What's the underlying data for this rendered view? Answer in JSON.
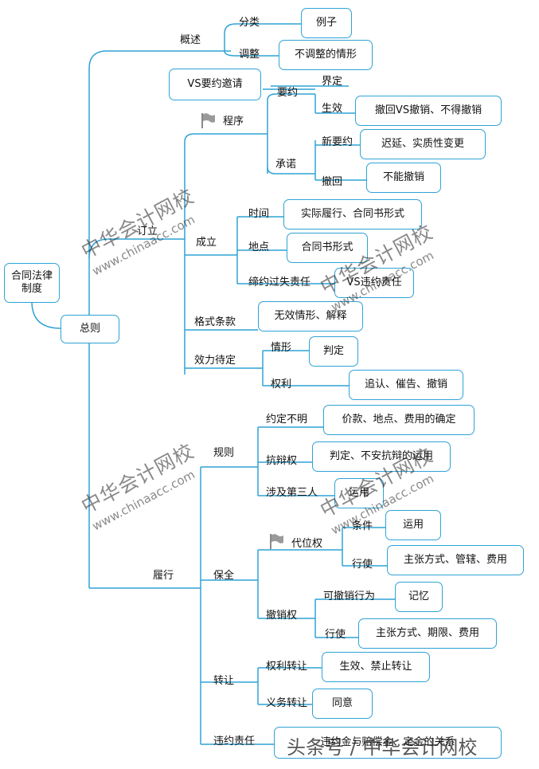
{
  "nodes": {
    "root": "合同法律\n制度",
    "general": "总则",
    "overview": "概述",
    "classification": "分类",
    "example": "例子",
    "adjustment": "调整",
    "not_adjusted": "不调整的情形",
    "vs_offer_invite": "VS要约邀请",
    "define": "界定",
    "offer": "要约",
    "effect": "生效",
    "revoke_vs_withdraw": "撤回VS撤销、不得撤销",
    "procedure": "程序",
    "new_offer": "新要约",
    "delay_substantive": "迟延、实质性变更",
    "acceptance": "承诺",
    "withdraw": "撤回",
    "cannot_revoke": "不能撤销",
    "conclude": "订立",
    "formation": "成立",
    "time": "时间",
    "actual_performance": "实际履行、合同书形式",
    "place": "地点",
    "contract_form": "合同书形式",
    "precontract_liability": "缔约过失责任",
    "vs_breach_liability": "VS违约责任",
    "standard_terms": "格式条款",
    "invalid_interpretation": "无效情形、解释",
    "pending_validity": "效力待定",
    "situation": "情形",
    "judgment": "判定",
    "rights": "权利",
    "ratify_urge_revoke": "追认、催告、撤销",
    "unclear_terms": "约定不明",
    "price_place_cost": "价款、地点、费用的确定",
    "rules": "规则",
    "defense_right": "抗辩权",
    "judge_insecurity": "判定、不安抗辩的运用",
    "third_party": "涉及第三人",
    "apply1": "运用",
    "performance": "履行",
    "subrogation": "代位权",
    "conditions": "条件",
    "apply2": "运用",
    "preservation": "保全",
    "exercise1": "行使",
    "claim_jurisdiction_cost": "主张方式、管辖、费用",
    "revocable_act": "可撤销行为",
    "memorize": "记忆",
    "revocation_right": "撤销权",
    "exercise2": "行使",
    "claim_period_cost": "主张方式、期限、费用",
    "rights_transfer": "权利转让",
    "effect_prohibit": "生效、禁止转让",
    "transfer": "转让",
    "obligation_transfer": "义务转让",
    "consent": "同意",
    "breach_liability": "违约责任",
    "breach_summary": "违约金与赔偿金、定金的关系"
  },
  "watermark": {
    "cn": "中华会计网校",
    "en": "www.chinaacc.com"
  },
  "footer_text": "头条号 / 中华会计网校",
  "colors": {
    "line": "#2fa3d6",
    "box_border": "#2fa3d6",
    "flag": "#8a8a8a"
  },
  "icons": [
    "flag-icon"
  ]
}
